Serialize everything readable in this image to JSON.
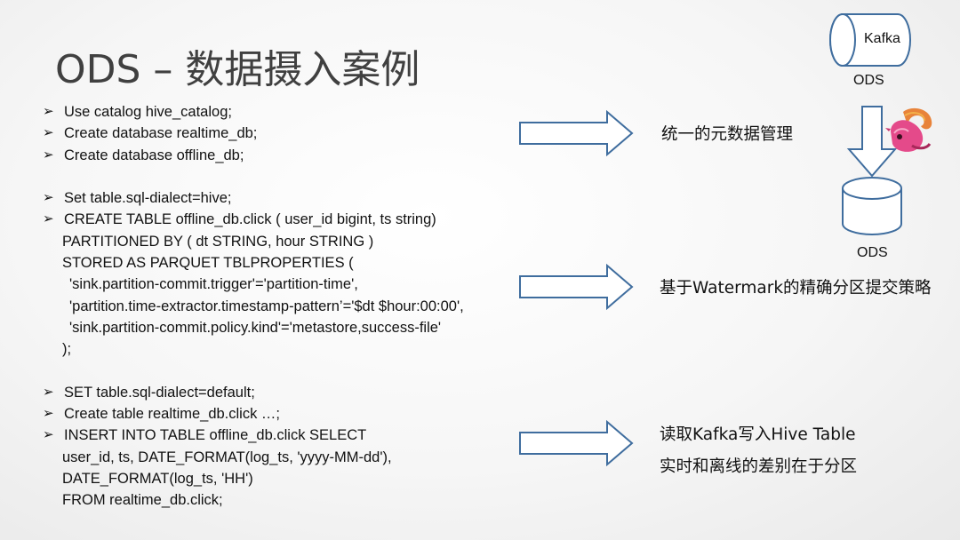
{
  "title": "ODS – 数据摄入案例",
  "bullet_glyph": "➢",
  "code": {
    "group1": [
      "Use catalog hive_catalog;",
      "Create database realtime_db;",
      "Create database offline_db;"
    ],
    "group2": {
      "bullets": [
        "Set table.sql-dialect=hive;",
        "CREATE TABLE offline_db.click ( user_id bigint, ts string)"
      ],
      "continuation": [
        "PARTITIONED BY ( dt STRING, hour STRING )",
        "STORED AS PARQUET TBLPROPERTIES ("
      ],
      "properties": [
        "'sink.partition-commit.trigger'='partition-time',",
        "'partition.time-extractor.timestamp-pattern’='$dt $hour:00:00',",
        "'sink.partition-commit.policy.kind'='metastore,success-file'"
      ],
      "closing": ");"
    },
    "group3": {
      "bullets": [
        "SET table.sql-dialect=default;",
        "Create table realtime_db.click …;",
        "INSERT INTO TABLE offline_db.click SELECT"
      ],
      "continuation": [
        "user_id, ts, DATE_FORMAT(log_ts, 'yyyy-MM-dd'),",
        "DATE_FORMAT(log_ts, 'HH')",
        "FROM realtime_db.click;"
      ]
    }
  },
  "annotations": {
    "a1": "统一的元数据管理",
    "a2": "基于Watermark的精确分区提交策略",
    "a3_line1": "读取Kafka写入Hive Table",
    "a3_line2": "实时和离线的差别在于分区"
  },
  "diagram": {
    "kafka_label": "Kafka",
    "top_label": "ODS",
    "bottom_label": "ODS",
    "flink_icon": "flink-squirrel-logo"
  },
  "colors": {
    "arrow_stroke": "#3f6d9e",
    "arrow_fill": "#ffffff",
    "title": "#404040"
  }
}
